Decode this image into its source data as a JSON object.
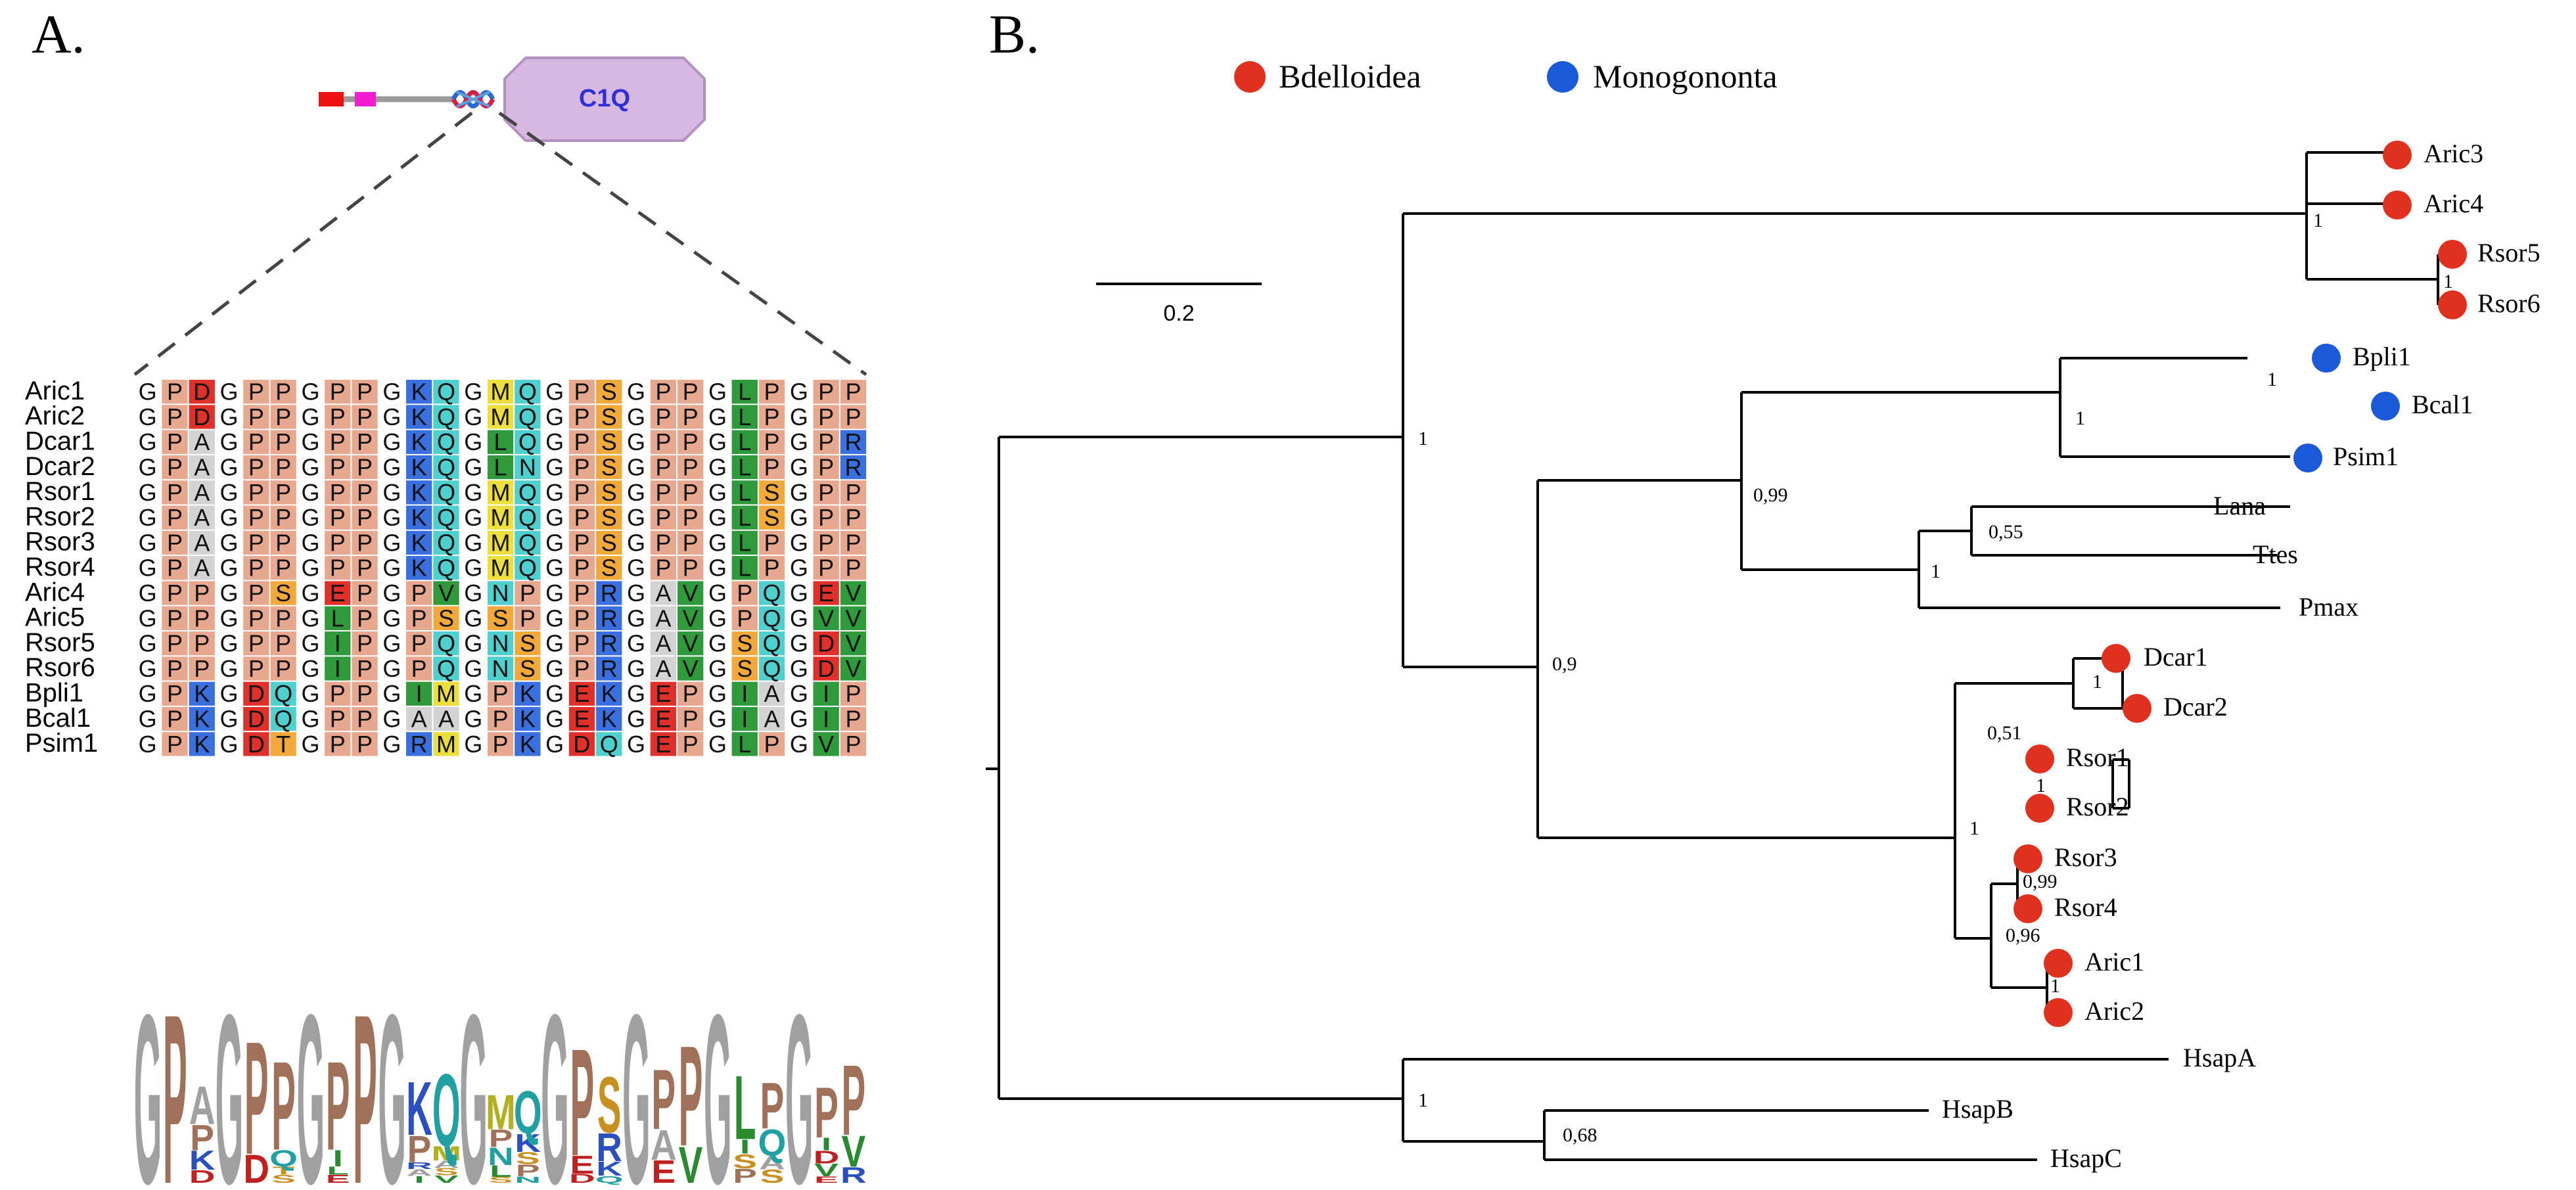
{
  "panelA": {
    "label": "A.",
    "domain_label": "C1Q",
    "sequence_names": [
      "Aric1",
      "Aric2",
      "Dcar1",
      "Dcar2",
      "Rsor1",
      "Rsor2",
      "Rsor3",
      "Rsor4",
      "Aric4",
      "Aric5",
      "Rsor5",
      "Rsor6",
      "Bpli1",
      "Bcal1",
      "Psim1"
    ],
    "sequences": [
      "GPDGPPGPPGKQGMQGPSGPPGLPGPP",
      "GPDGPPGPPGKQGMQGPSGPPGLPGPP",
      "GPAGPPGPPGKQGLQGPSGPPGLPGPR",
      "GPAGPPGPPGKQGLNGPSGPPGLPGPR",
      "GPAGPPGPPGKQGMQGPSGPPGLSGPP",
      "GPAGPPGPPGKQGMQGPSGPPGLSGPP",
      "GPAGPPGPPGKQGMQGPSGPPGLPGPP",
      "GPAGPPGPPGKQGMQGPSGPPGLPGPP",
      "GPPGPSGEPGPVGNPGPRGAVGPQGEV",
      "GPPGPPGLPGPSGSPGPRGAVGPQGVV",
      "GPPGPPGIPGPQGNSGPRGAVGSQGDV",
      "GPPGPPGIPGPQGNSGPRGAVGSQGDV",
      "GPKGDQGPPGIMGPKGEKGEPGIAGIP",
      "GPKGDQGPPGAAGPKGEKGEPGIAGIP",
      "GPKGDTGPPGRMGPKGDQGEPGLPGVP"
    ],
    "residue_colors": {
      "P": "#e8a88f",
      "D": "#e0302a",
      "E": "#e0302a",
      "K": "#3a6fe0",
      "R": "#3a6fe0",
      "Q": "#4fd0cf",
      "N": "#4fd0cf",
      "M": "#ecde3c",
      "S": "#f2a93b",
      "T": "#f2a93b",
      "L": "#2e9a3c",
      "I": "#2e9a3c",
      "V": "#2e9a3c",
      "A": "#d3d3d3",
      "G": "#ffffff"
    },
    "logo_colors": {
      "G": "#a0a0a0",
      "P": "#a07058",
      "A": "#a0a0a0",
      "D": "#c02020",
      "E": "#c02020",
      "K": "#2a50c0",
      "R": "#2a50c0",
      "Q": "#20a0a0",
      "N": "#20a0a0",
      "S": "#c89020",
      "T": "#c89020",
      "M": "#b0b020",
      "L": "#2a8a30",
      "I": "#2a8a30",
      "V": "#2a8a30"
    }
  },
  "panelB": {
    "label": "B.",
    "legend": [
      {
        "label": "Bdelloidea",
        "color": "#e0301e"
      },
      {
        "label": "Monogononta",
        "color": "#1a5ad8"
      }
    ],
    "scale_bar": "0.2",
    "leaves": [
      "Aric3",
      "Aric4",
      "Rsor5",
      "Rsor6",
      "Bpli1",
      "Bcal1",
      "Psim1",
      "Lana",
      "Ttes",
      "Pmax",
      "Dcar1",
      "Dcar2",
      "Rsor1",
      "Rsor2",
      "Rsor3",
      "Rsor4",
      "Aric1",
      "Aric2",
      "HsapA",
      "HsapB",
      "HsapC"
    ],
    "supports": [
      "1",
      "1",
      "1",
      "1",
      "1",
      "0,99",
      "0,55",
      "1",
      "0,9",
      "1",
      "0,51",
      "1",
      "1",
      "0,99",
      "0,96",
      "1",
      "1",
      "0,68"
    ]
  }
}
